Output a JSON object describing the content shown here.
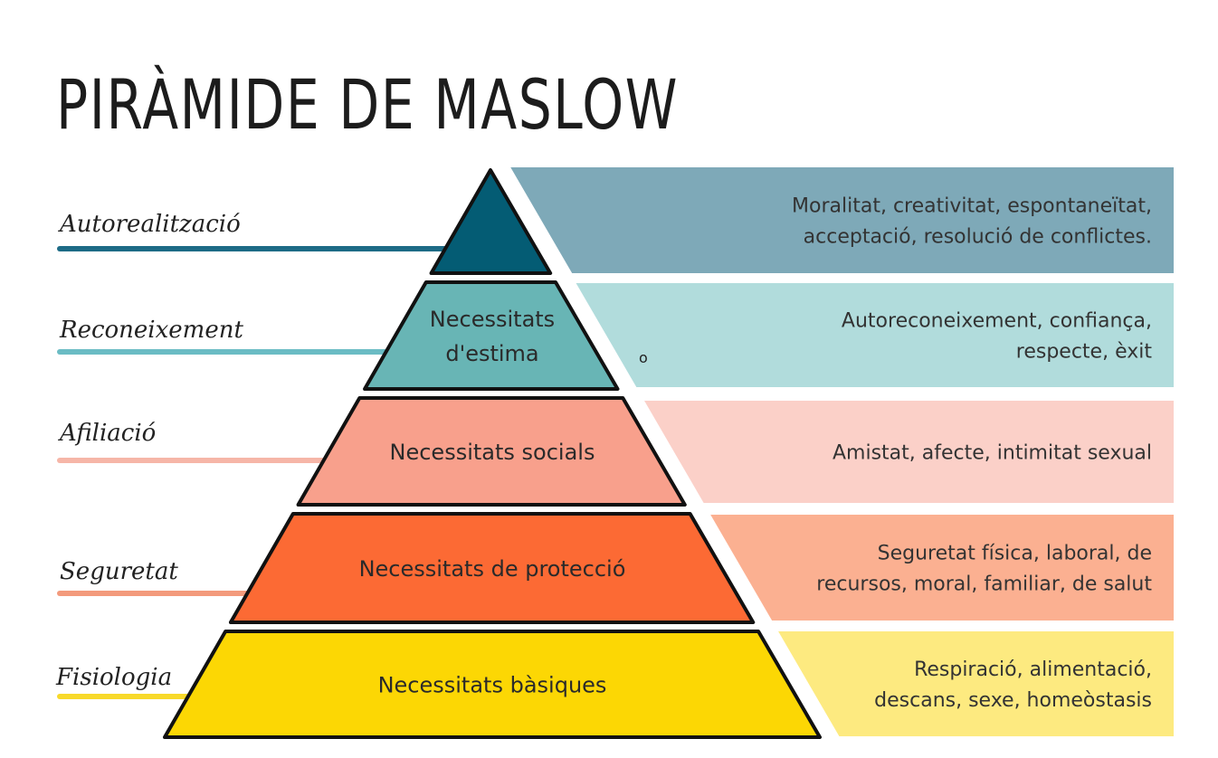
{
  "title": "PIRÀMIDE DE MASLOW",
  "levels": [
    {
      "side_label": "Autorealització",
      "tier_lines": [],
      "desc_lines": [
        "Moralitat, creativitat, espontaneïtat,",
        "acceptació, resolució de conflictes."
      ],
      "tier_color": "#045c74",
      "band_color": "#7ea9b8",
      "line_color": "#1d6b86"
    },
    {
      "side_label": "Reconeixement",
      "tier_lines": [
        "Necessitats",
        "d'estima"
      ],
      "desc_lines": [
        "Autoreconeixement, confiança,",
        "respecte, èxit"
      ],
      "tier_color": "#68b5b5",
      "band_color": "#b1dcdc",
      "line_color": "#6bbcc4"
    },
    {
      "side_label": "Afiliació",
      "tier_lines": [
        "Necessitats socials"
      ],
      "desc_lines": [
        "Amistat, afecte, intimitat sexual"
      ],
      "tier_color": "#f8a08c",
      "band_color": "#fbd0c8",
      "line_color": "#f6b6a8"
    },
    {
      "side_label": "Seguretat",
      "tier_lines": [
        "Necessitats de protecció"
      ],
      "desc_lines": [
        "Seguretat física, laboral, de",
        "recursos, moral, familiar, de salut"
      ],
      "tier_color": "#fc6a34",
      "band_color": "#fbb091",
      "line_color": "#f39a7c"
    },
    {
      "side_label": "Fisiologia",
      "tier_lines": [
        "Necessitats bàsiques"
      ],
      "desc_lines": [
        "Respiració, alimentació,",
        "descans, sexe, homeòstasis"
      ],
      "tier_color": "#fcd704",
      "band_color": "#fdea80",
      "line_color": "#f8d92a"
    }
  ],
  "stray_mark": "o"
}
